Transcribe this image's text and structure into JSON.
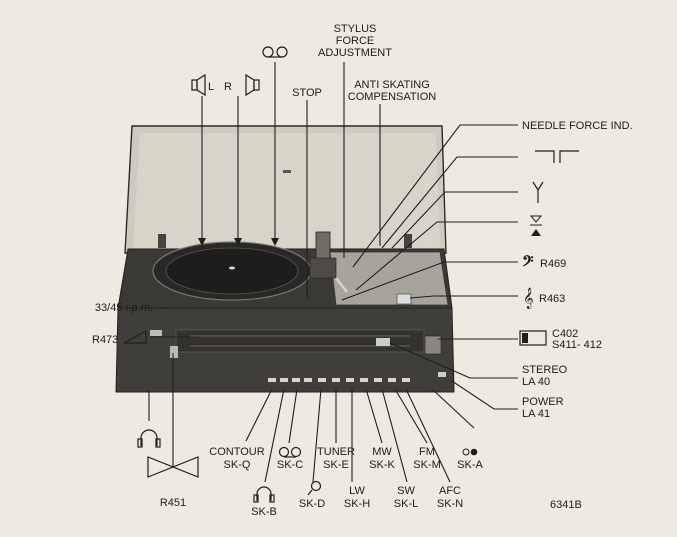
{
  "figure_id": "6341B",
  "labels": {
    "stylus_force": [
      "STYLUS",
      "FORCE",
      "ADJUSTMENT"
    ],
    "anti_skating": [
      "ANTI SKATING",
      "COMPENSATION"
    ],
    "stop": "STOP",
    "needle_force": "NEEDLE FORCE IND.",
    "speaker_left": "L",
    "speaker_right": "R",
    "r469": "R469",
    "r463": "R463",
    "speed": "33/45 r.p.m.",
    "r473": "R473",
    "c402": [
      "C402",
      "S411- 412"
    ],
    "stereo": [
      "STEREO",
      "LA 40"
    ],
    "power": [
      "POWER",
      "LA 41"
    ],
    "contour": [
      "CONTOUR",
      "SK-Q"
    ],
    "skc": "SK-C",
    "tuner": [
      "TUNER",
      "SK-E"
    ],
    "mw": [
      "MW",
      "SK-K"
    ],
    "fm": [
      "FM",
      "SK-M"
    ],
    "ska": "SK-A",
    "skb": "SK-B",
    "skd": "SK-D",
    "lw": [
      "LW",
      "SK-H"
    ],
    "sw": [
      "SW",
      "SK-L"
    ],
    "afc": [
      "AFC",
      "SK-N"
    ],
    "r451": "R451"
  },
  "icons": [
    "speaker-left-icon",
    "speaker-right-icon",
    "tape-icon",
    "filter-icon",
    "antenna-icon",
    "balance-icon",
    "bass-clef-icon",
    "treble-clef-icon",
    "potentiometer-icon",
    "slider-icon",
    "headphones-icon",
    "tape-small-icon",
    "mono-stereo-icon",
    "fader-icon",
    "magnifier-icon",
    "headphones-small-icon"
  ]
}
